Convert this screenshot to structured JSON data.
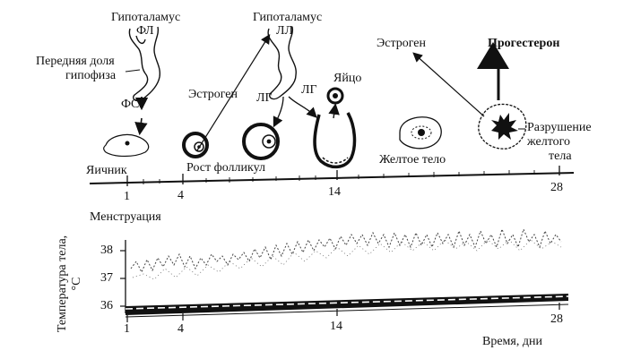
{
  "labels": {
    "hypothalamus_1": "Гипоталамус",
    "fl": "ФЛ",
    "hypothalamus_2": "Гипоталамус",
    "ll": "ЛЛ",
    "anterior_pituitary_1": "Передняя доля",
    "anterior_pituitary_2": "гипофиза",
    "fsh": "ФСГ",
    "estrogen_left": "Эстроген",
    "lh_1": "ЛГ",
    "lh_2": "ЛГ",
    "egg": "Яйцо",
    "estrogen_right": "Эстроген",
    "progesterone": "Прогестерон",
    "ovary": "Яичник",
    "follicle_growth": "Рост фолликул",
    "corpus_luteum": "Желтое тело",
    "regression_1": "Разрушение",
    "regression_2": "желтого",
    "regression_3": "тела",
    "menstruation": "Менструация",
    "temp_axis": "Температура тела, °С",
    "time_axis": "Время, дни"
  },
  "cycle_axis": {
    "min_day": 1,
    "max_day": 28,
    "ticks": [
      "1",
      "4",
      "14",
      "28"
    ]
  },
  "temperature_chart": {
    "y_ticks": [
      "38",
      "37",
      "36"
    ],
    "x_ticks": [
      "1",
      "4",
      "14",
      "28"
    ]
  }
}
